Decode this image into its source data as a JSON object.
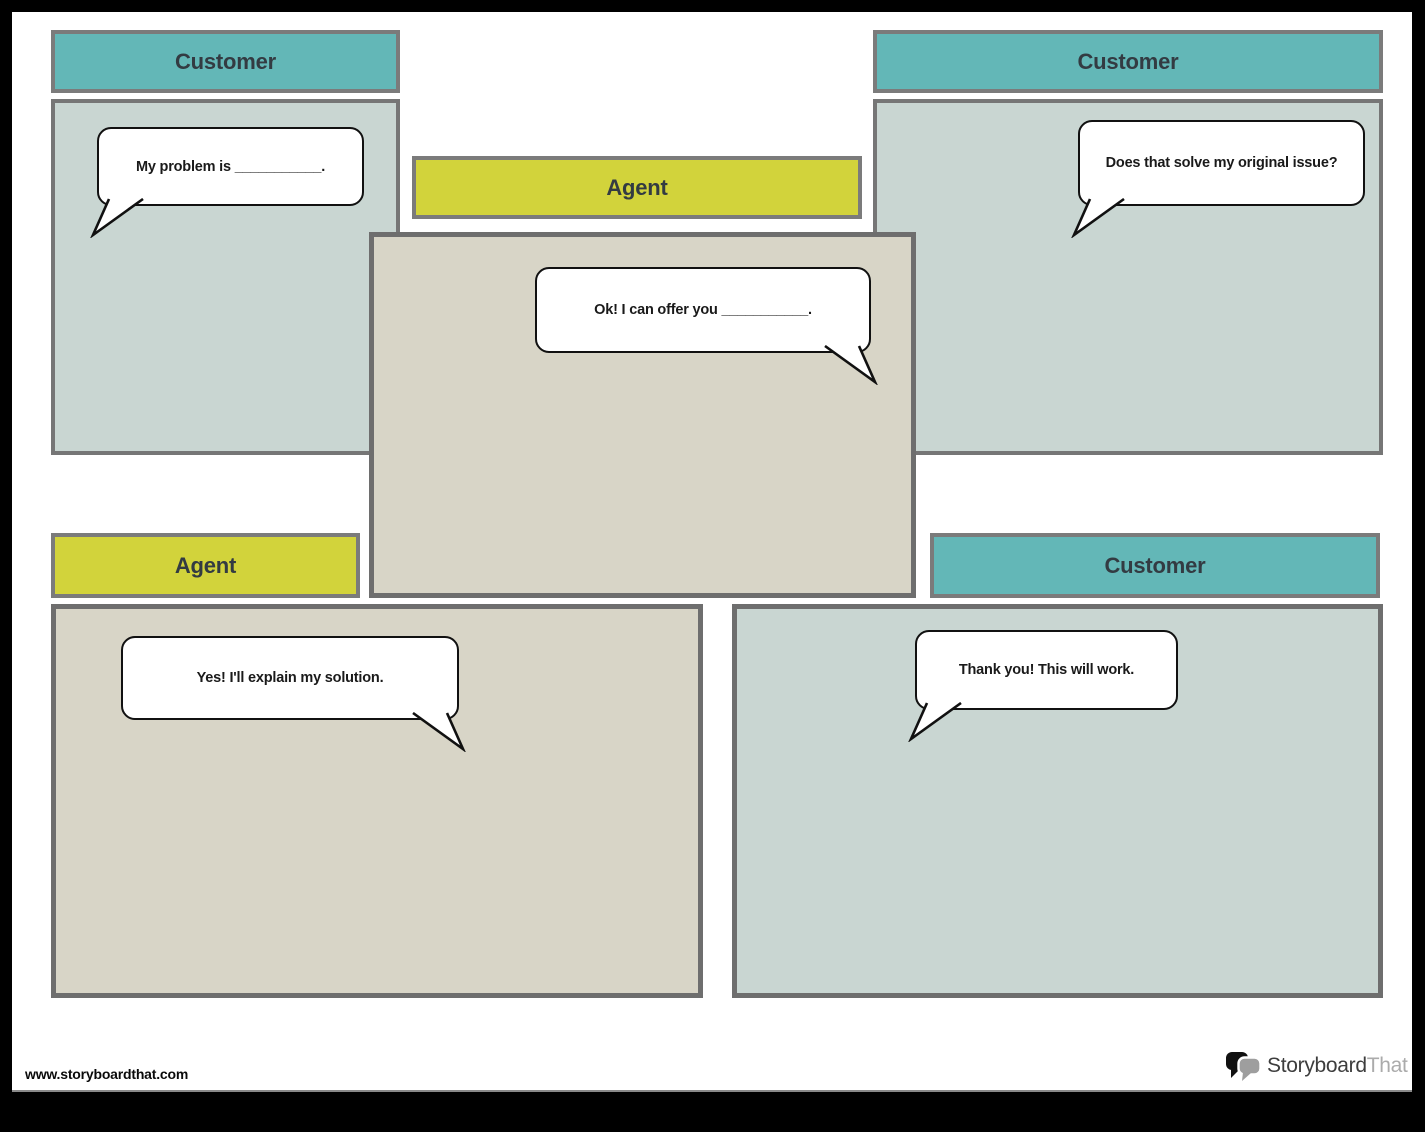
{
  "colors": {
    "customer_header": "#63b7b7",
    "agent_header": "#d2d33b",
    "customer_panel": "#c9d6d2",
    "agent_panel": "#d8d5c7",
    "border_gray": "#7b7b7b"
  },
  "cells": [
    {
      "id": "top-left",
      "role": "Customer",
      "bubble": "My problem is ___________."
    },
    {
      "id": "middle",
      "role": "Agent",
      "bubble": "Ok! I can offer you ___________."
    },
    {
      "id": "top-right",
      "role": "Customer",
      "bubble": "Does that solve my original issue?"
    },
    {
      "id": "bottom-left",
      "role": "Agent",
      "bubble": "Yes! I'll explain my solution."
    },
    {
      "id": "bottom-right",
      "role": "Customer",
      "bubble": "Thank you! This will work."
    }
  ],
  "footer": {
    "url": "www.storyboardthat.com"
  },
  "logo": {
    "primary": "Storyboard",
    "secondary": "That"
  }
}
